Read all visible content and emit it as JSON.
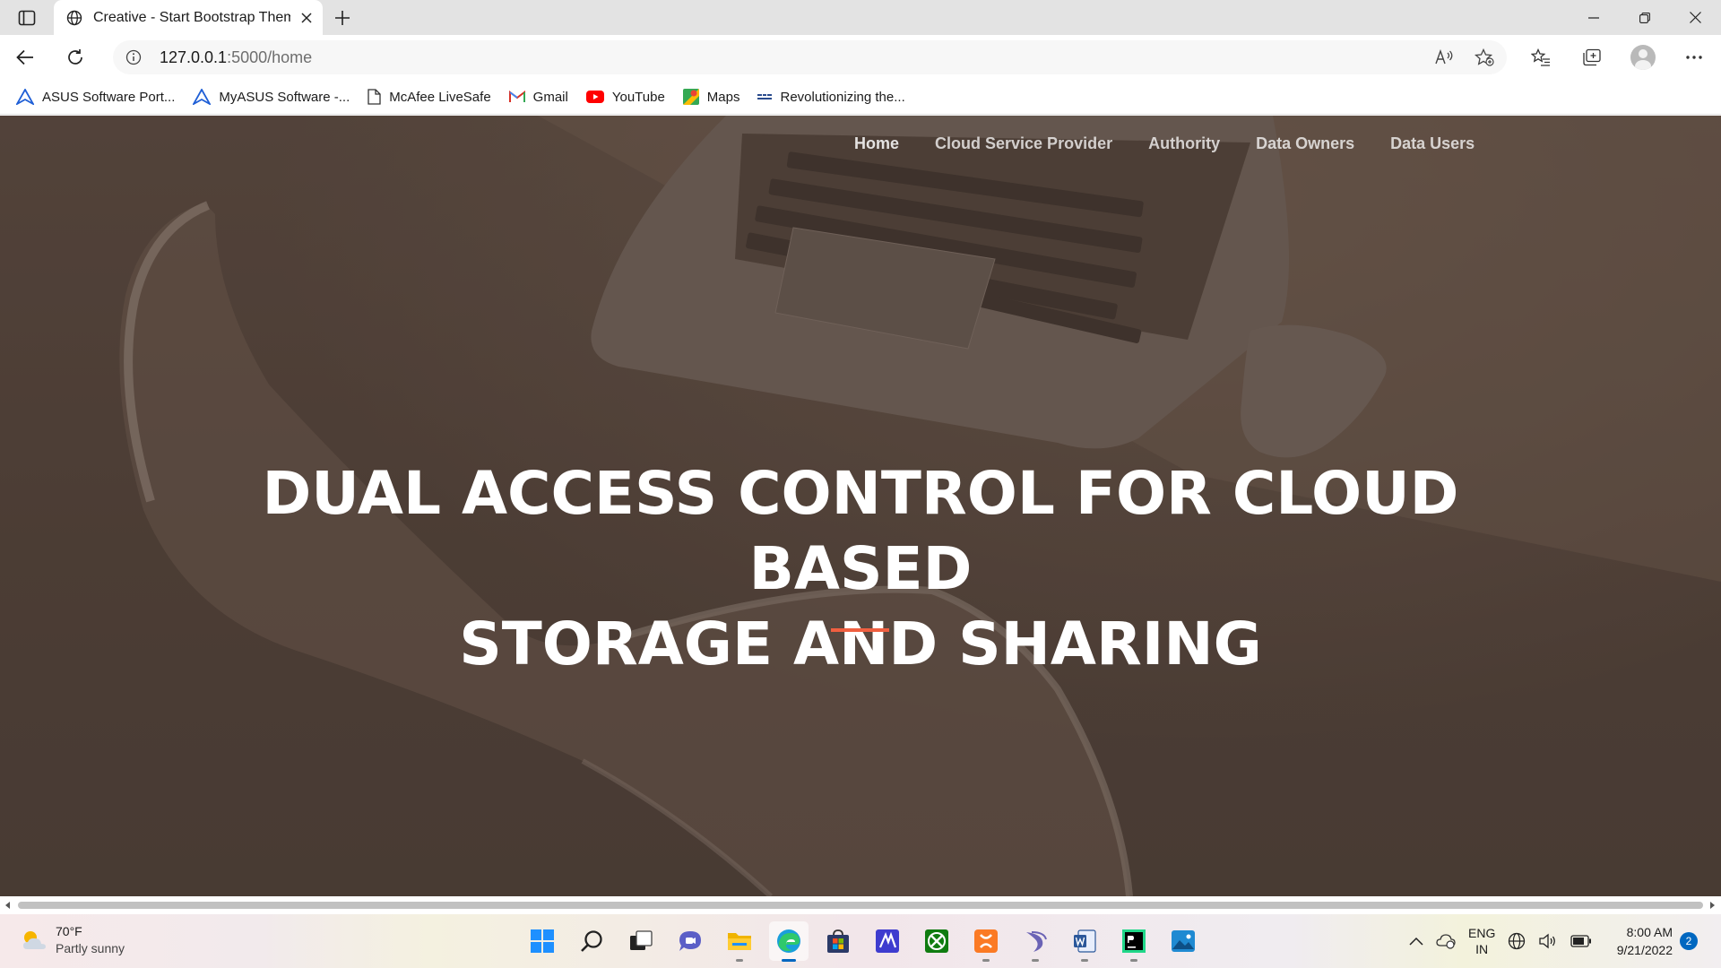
{
  "browser": {
    "tab": {
      "title": "Creative - Start Bootstrap Theme"
    },
    "address": {
      "host": "127.0.0.1",
      "path": ":5000/home"
    },
    "favorites": [
      {
        "label": "ASUS Software Port...",
        "icon": "asus-icon"
      },
      {
        "label": "MyASUS Software -...",
        "icon": "myasus-icon"
      },
      {
        "label": "McAfee LiveSafe",
        "icon": "page-icon"
      },
      {
        "label": "Gmail",
        "icon": "gmail-icon"
      },
      {
        "label": "YouTube",
        "icon": "youtube-icon"
      },
      {
        "label": "Maps",
        "icon": "maps-icon"
      },
      {
        "label": "Revolutionizing the...",
        "icon": "site-icon"
      }
    ]
  },
  "site": {
    "nav": [
      {
        "label": "Home"
      },
      {
        "label": "Cloud Service Provider"
      },
      {
        "label": "Authority"
      },
      {
        "label": "Data Owners"
      },
      {
        "label": "Data Users"
      }
    ],
    "hero": {
      "title_line1": "DUAL ACCESS CONTROL FOR CLOUD BASED",
      "title_line2": "STORAGE AND SHARING",
      "accent": "#f05f40"
    }
  },
  "taskbar": {
    "weather": {
      "temp": "70°F",
      "condition": "Partly sunny"
    },
    "apps": [
      "windows-start-icon",
      "search-icon",
      "task-view-icon",
      "teams-chat-icon",
      "file-explorer-icon",
      "edge-icon",
      "store-icon",
      "mathway-icon",
      "xbox-icon",
      "xampp-icon",
      "eclipse-icon",
      "word-icon",
      "pycharm-icon",
      "photos-icon"
    ],
    "lang": {
      "line1": "ENG",
      "line2": "IN"
    },
    "clock": {
      "time": "8:00 AM",
      "date": "9/21/2022"
    },
    "notifications": "2"
  }
}
